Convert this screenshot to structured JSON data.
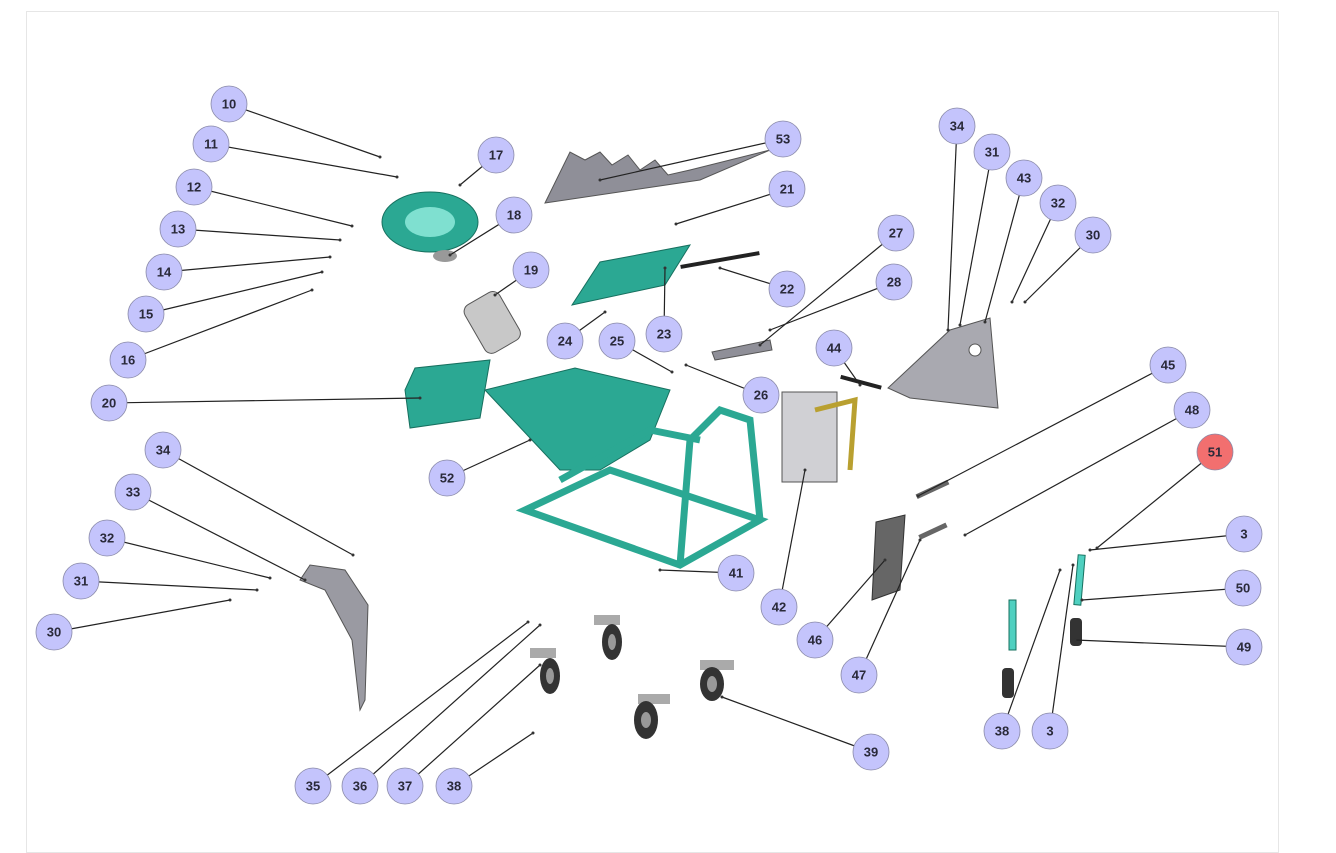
{
  "diagram": {
    "type": "exploded-parts-view",
    "colors": {
      "bubble": "#c4c4fc",
      "bubble_selected": "#f26f6f",
      "part_teal": "#2ba893",
      "part_gray": "#9a9aa2",
      "leader": "#222222"
    },
    "callouts": [
      {
        "label": "10"
      },
      {
        "label": "11"
      },
      {
        "label": "17"
      },
      {
        "label": "12"
      },
      {
        "label": "13"
      },
      {
        "label": "18"
      },
      {
        "label": "14"
      },
      {
        "label": "19"
      },
      {
        "label": "15"
      },
      {
        "label": "16"
      },
      {
        "label": "53"
      },
      {
        "label": "21"
      },
      {
        "label": "22"
      },
      {
        "label": "23"
      },
      {
        "label": "24"
      },
      {
        "label": "25"
      },
      {
        "label": "26"
      },
      {
        "label": "27"
      },
      {
        "label": "28"
      },
      {
        "label": "34"
      },
      {
        "label": "31"
      },
      {
        "label": "43"
      },
      {
        "label": "32"
      },
      {
        "label": "30"
      },
      {
        "label": "44"
      },
      {
        "label": "20"
      },
      {
        "label": "52"
      },
      {
        "label": "45"
      },
      {
        "label": "48"
      },
      {
        "label": "51",
        "selected": true
      },
      {
        "label": "3"
      },
      {
        "label": "50"
      },
      {
        "label": "49"
      },
      {
        "label": "34"
      },
      {
        "label": "33"
      },
      {
        "label": "32"
      },
      {
        "label": "31"
      },
      {
        "label": "30"
      },
      {
        "label": "41"
      },
      {
        "label": "42"
      },
      {
        "label": "46"
      },
      {
        "label": "47"
      },
      {
        "label": "38"
      },
      {
        "label": "3"
      },
      {
        "label": "35"
      },
      {
        "label": "36"
      },
      {
        "label": "37"
      },
      {
        "label": "38"
      },
      {
        "label": "39"
      }
    ]
  }
}
